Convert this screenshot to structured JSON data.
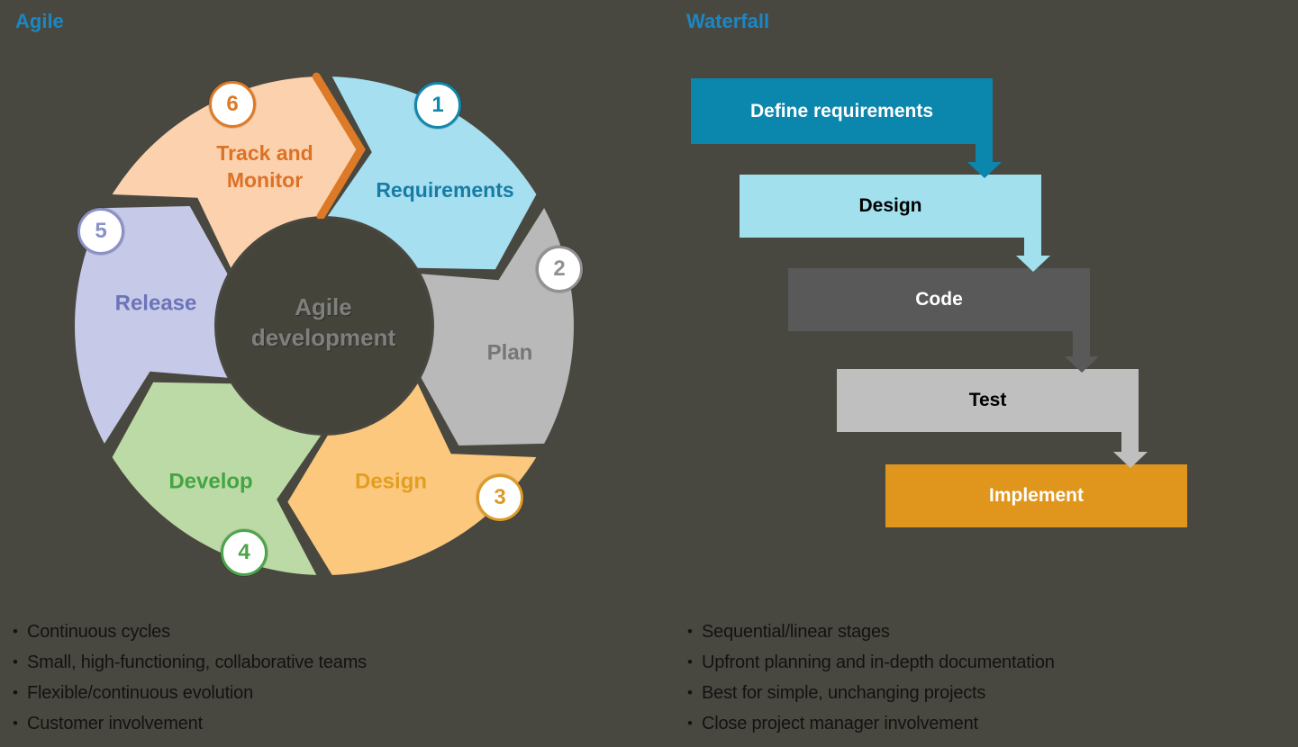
{
  "background_color": "#494840",
  "titles_color": "#1b87c3",
  "bullet_char": "•",
  "agile": {
    "title": "Agile",
    "center_label": "Agile development",
    "center_fill": "#45443a",
    "center_text_color": "#7f7f7f",
    "segments": [
      {
        "num": "1",
        "label": "Requirements",
        "fill": "#a6dff0",
        "text_color": "#177ca5",
        "badge_color": "#1286ad"
      },
      {
        "num": "2",
        "label": "Plan",
        "fill": "#b9b9b9",
        "text_color": "#767676",
        "badge_color": "#919191"
      },
      {
        "num": "3",
        "label": "Design",
        "fill": "#fbc87d",
        "text_color": "#e39e21",
        "badge_color": "#dd9a26"
      },
      {
        "num": "4",
        "label": "Develop",
        "fill": "#bcdaa5",
        "text_color": "#43a543",
        "badge_color": "#4aa44a"
      },
      {
        "num": "5",
        "label": "Release",
        "fill": "#c6cae8",
        "text_color": "#6b74b8",
        "badge_color": "#8a90c8"
      },
      {
        "num": "6",
        "label": "Track and Monitor",
        "fill": "#fbd2ad",
        "text_color": "#dc7128",
        "badge_color": "#dc7a28",
        "head_stripe": "#dc7a28"
      }
    ],
    "bullets": [
      "Continuous cycles",
      "Small, high-functioning, collaborative teams",
      "Flexible/continuous evolution",
      "Customer involvement"
    ]
  },
  "waterfall": {
    "title": "Waterfall",
    "steps": [
      {
        "label": "Define requirements",
        "fill": "#0b86ad",
        "text_color": "#ffffff"
      },
      {
        "label": "Design",
        "fill": "#a2e0ee",
        "text_color": "#000000"
      },
      {
        "label": "Code",
        "fill": "#595959",
        "text_color": "#ffffff"
      },
      {
        "label": "Test",
        "fill": "#bfbfbf",
        "text_color": "#000000"
      },
      {
        "label": "Implement",
        "fill": "#e0961d",
        "text_color": "#ffffff"
      }
    ],
    "bullets": [
      "Sequential/linear stages",
      "Upfront planning and in-depth documentation",
      "Best for simple, unchanging projects",
      "Close project manager involvement"
    ]
  }
}
